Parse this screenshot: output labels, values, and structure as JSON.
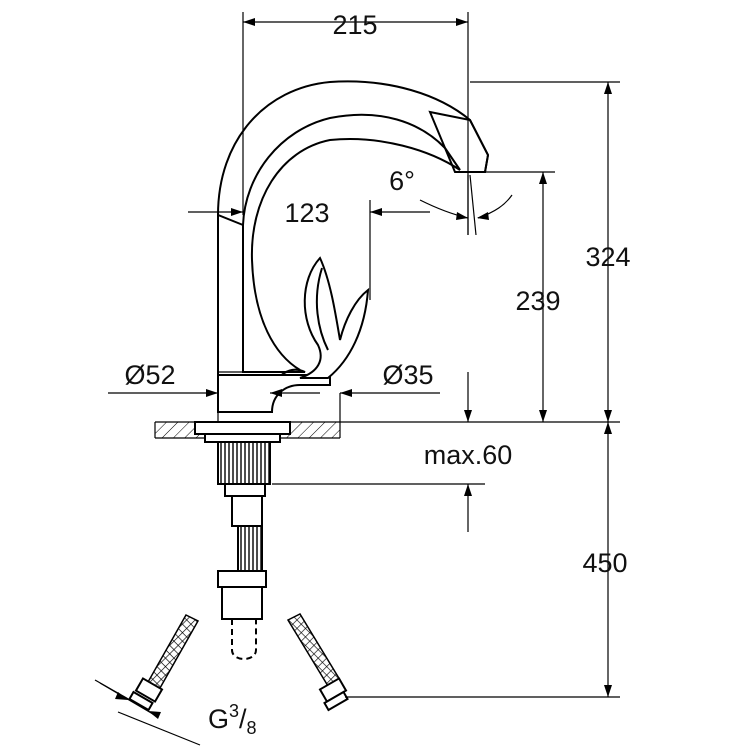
{
  "dimensions": {
    "spout_reach": "215",
    "total_height": "324",
    "spout_height": "239",
    "below_counter_length": "450",
    "spout_clearance": "123",
    "spout_angle": "6°",
    "base_diameter": "Ø52",
    "hole_diameter": "Ø35",
    "max_counter_thickness": "max.60",
    "connection_thread_main": "G",
    "connection_thread_num": "3",
    "connection_thread_den": "8"
  }
}
